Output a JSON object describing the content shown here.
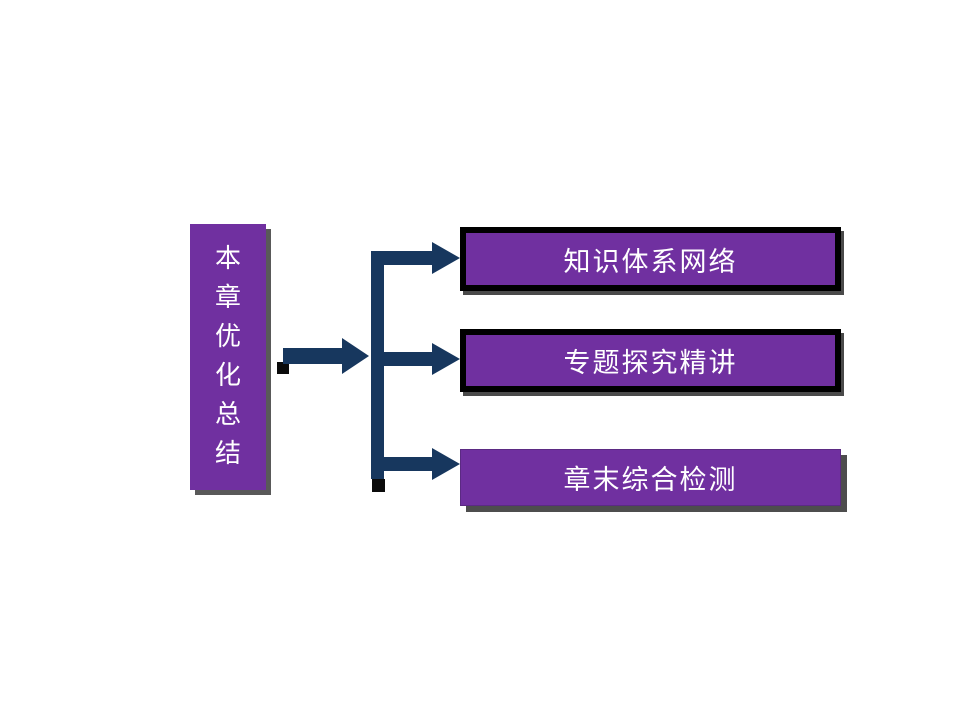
{
  "diagram": {
    "root": {
      "label": "本章优化总结",
      "chars": [
        "本",
        "章",
        "优",
        "化",
        "总",
        "结"
      ]
    },
    "branches": [
      {
        "label": "知识体系网络"
      },
      {
        "label": "专题探究精讲"
      },
      {
        "label": "章末综合检测"
      }
    ],
    "colors": {
      "box_fill": "#7030A0",
      "arrow": "#17375E",
      "border": "#000000",
      "text": "#FFFFFF",
      "shadow": "#595959",
      "background": "#FFFFFF"
    }
  }
}
